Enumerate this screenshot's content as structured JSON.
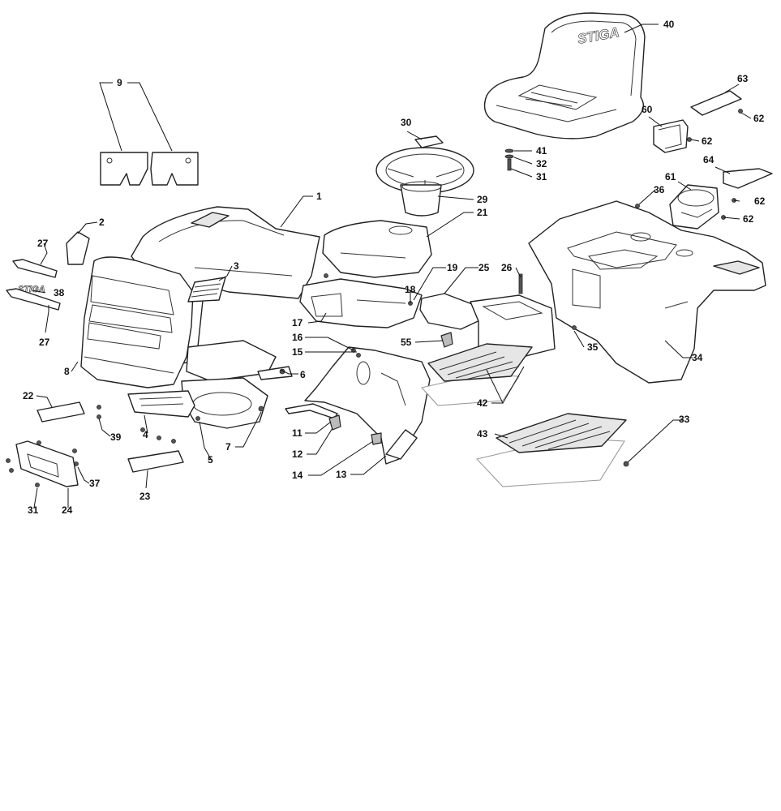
{
  "diagram": {
    "brand_logo": "STIGA",
    "callouts": [
      {
        "id": "c40",
        "label": "40"
      },
      {
        "id": "c9",
        "label": "9"
      },
      {
        "id": "c63",
        "label": "63"
      },
      {
        "id": "c62a",
        "label": "62"
      },
      {
        "id": "c30",
        "label": "30"
      },
      {
        "id": "c60",
        "label": "60"
      },
      {
        "id": "c62b",
        "label": "62"
      },
      {
        "id": "c41",
        "label": "41"
      },
      {
        "id": "c32",
        "label": "32"
      },
      {
        "id": "c31a",
        "label": "31"
      },
      {
        "id": "c64",
        "label": "64"
      },
      {
        "id": "c1",
        "label": "1"
      },
      {
        "id": "c29",
        "label": "29"
      },
      {
        "id": "c61",
        "label": "61"
      },
      {
        "id": "c36",
        "label": "36"
      },
      {
        "id": "c62c",
        "label": "62"
      },
      {
        "id": "c21",
        "label": "21"
      },
      {
        "id": "c62d",
        "label": "62"
      },
      {
        "id": "c2",
        "label": "2"
      },
      {
        "id": "c27a",
        "label": "27"
      },
      {
        "id": "c3",
        "label": "3"
      },
      {
        "id": "c19",
        "label": "19"
      },
      {
        "id": "c25",
        "label": "25"
      },
      {
        "id": "c26",
        "label": "26"
      },
      {
        "id": "c38",
        "label": "38"
      },
      {
        "id": "c18",
        "label": "18"
      },
      {
        "id": "c17",
        "label": "17"
      },
      {
        "id": "c27b",
        "label": "27"
      },
      {
        "id": "c55",
        "label": "55"
      },
      {
        "id": "c16",
        "label": "16"
      },
      {
        "id": "c35",
        "label": "35"
      },
      {
        "id": "c15",
        "label": "15"
      },
      {
        "id": "c34",
        "label": "34"
      },
      {
        "id": "c8",
        "label": "8"
      },
      {
        "id": "c6",
        "label": "6"
      },
      {
        "id": "c22",
        "label": "22"
      },
      {
        "id": "c42",
        "label": "42"
      },
      {
        "id": "c33",
        "label": "33"
      },
      {
        "id": "c11",
        "label": "11"
      },
      {
        "id": "c39",
        "label": "39"
      },
      {
        "id": "c4",
        "label": "4"
      },
      {
        "id": "c43",
        "label": "43"
      },
      {
        "id": "c7",
        "label": "7"
      },
      {
        "id": "c12",
        "label": "12"
      },
      {
        "id": "c5",
        "label": "5"
      },
      {
        "id": "c14",
        "label": "14"
      },
      {
        "id": "c13",
        "label": "13"
      },
      {
        "id": "c37",
        "label": "37"
      },
      {
        "id": "c23",
        "label": "23"
      },
      {
        "id": "c31b",
        "label": "31"
      },
      {
        "id": "c24",
        "label": "24"
      }
    ]
  }
}
